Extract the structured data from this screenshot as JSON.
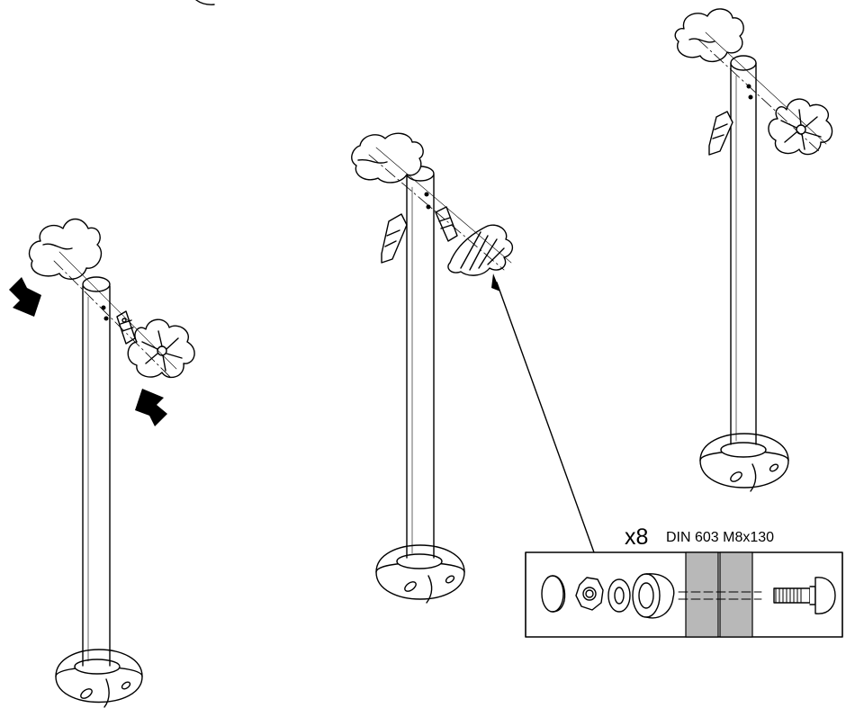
{
  "hardware_callout": {
    "quantity": "x8",
    "specification": "DIN 603 M8x130"
  },
  "posts": [
    {
      "name": "post-left",
      "seat_shape": "flower-and-cloud",
      "arrows": 2
    },
    {
      "name": "post-middle",
      "seat_shape": "cloud-and-shell"
    },
    {
      "name": "post-right",
      "seat_shape": "cloud-and-flower"
    }
  ],
  "icons": [
    "push-arrow-icon",
    "cap-nut-icon",
    "hex-nut-icon",
    "washer-icon",
    "spacer-icon",
    "carriage-bolt-icon"
  ],
  "colors": {
    "line": "#000000",
    "fill": "#ffffff",
    "spacer": "#b8b8b8"
  }
}
